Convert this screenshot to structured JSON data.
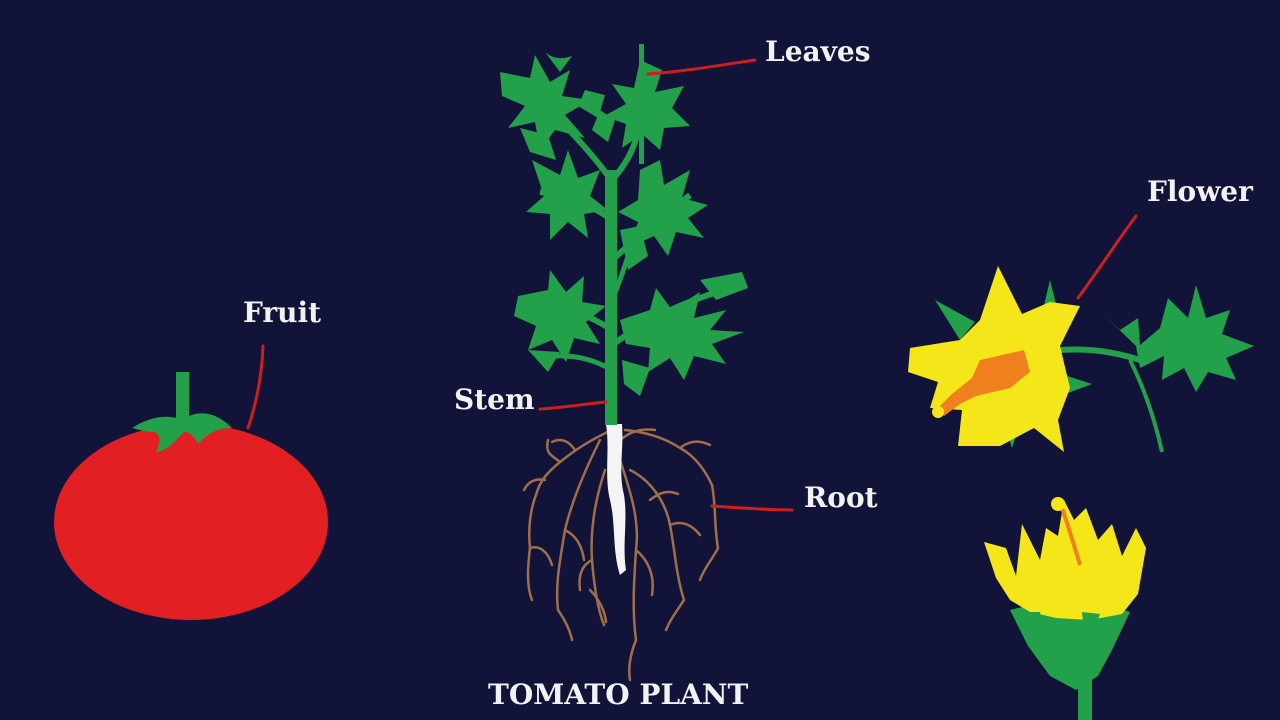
{
  "diagram": {
    "labels": {
      "leaves": "Leaves",
      "fruit": "Fruit",
      "stem": "Stem",
      "root": "Root",
      "flower": "Flower"
    },
    "title": "TOMATO PLANT"
  },
  "colors": {
    "background": "#111338",
    "leaf": "#22a04a",
    "fruit": "#e21f23",
    "pointer": "#d01e1e",
    "root": "#a06f4a",
    "taproot": "#f4f4f4",
    "petal": "#f5e61a",
    "flower_center": "#f07f1e",
    "label_text": "#f2f2f2"
  }
}
